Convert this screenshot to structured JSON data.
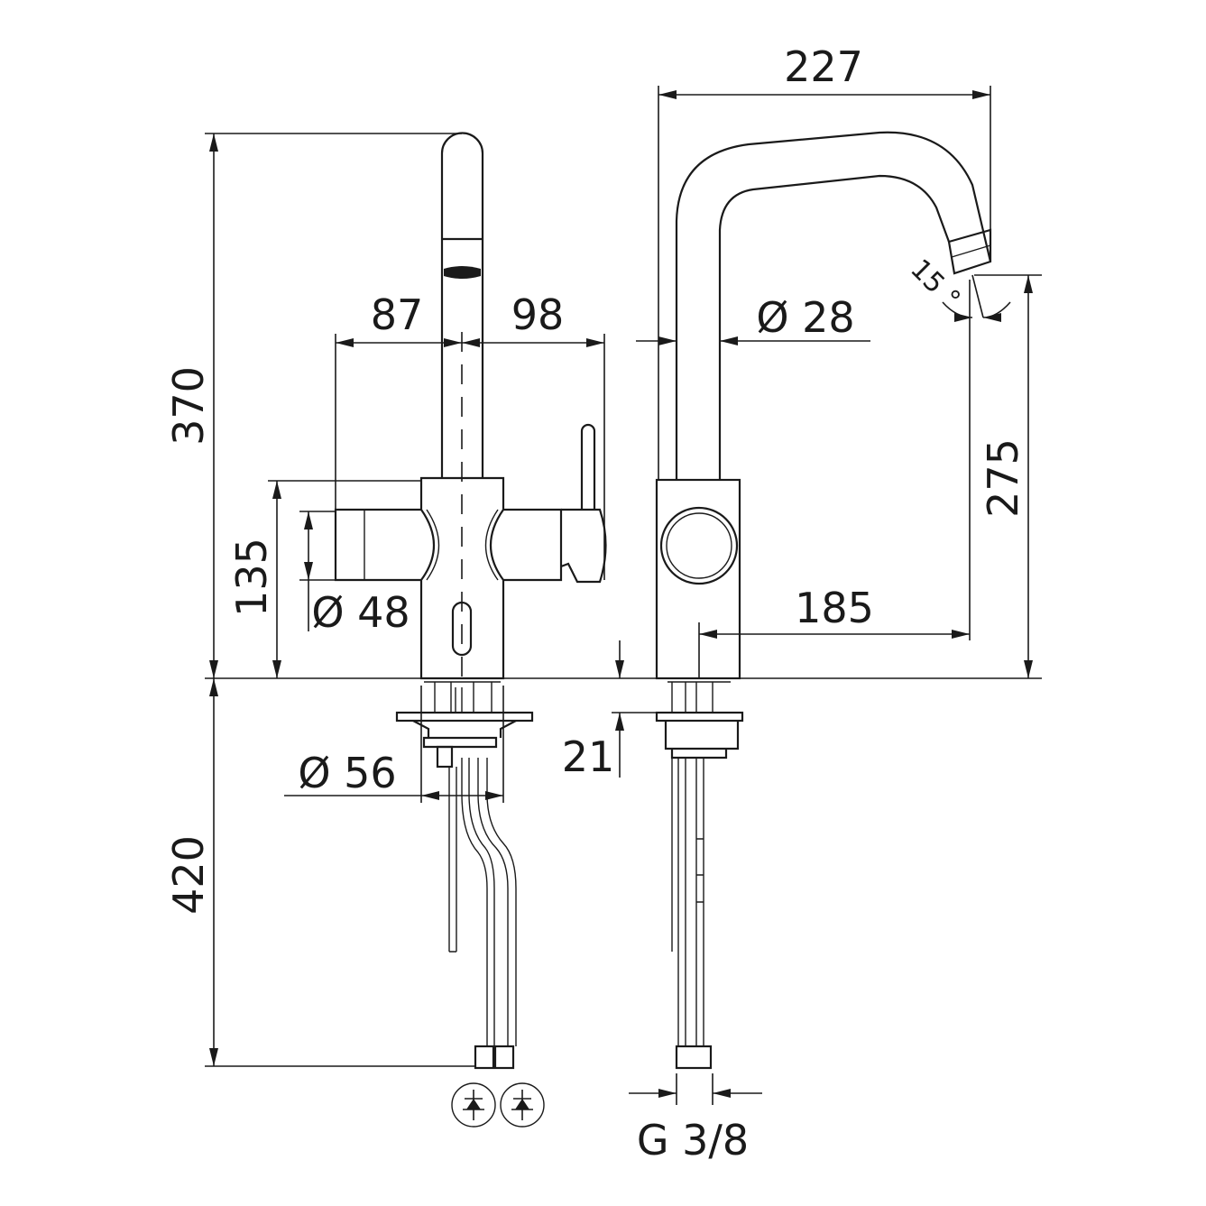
{
  "drawing": {
    "dimensions": {
      "total_height": "370",
      "below_deck": "420",
      "body_height": "135",
      "handle_diameter": "Ø 48",
      "left_reach": "87",
      "right_reach": "98",
      "base_diameter": "Ø 56",
      "spout_reach": "227",
      "spout_diameter": "Ø 28",
      "outlet_height": "275",
      "outlet_reach": "185",
      "deck_thickness": "21",
      "spout_angle": "15 °",
      "connection_thread": "G 3/8"
    },
    "symbols": [
      "check-valve-symbol",
      "check-valve-symbol"
    ],
    "line_color": "#1a1a1a"
  }
}
